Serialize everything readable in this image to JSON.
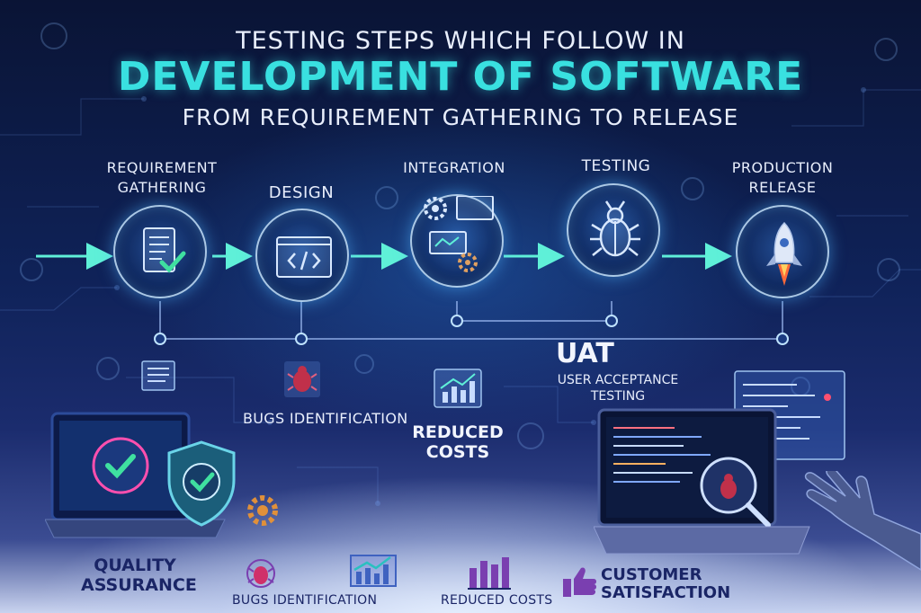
{
  "header": {
    "line1": "TESTING STEPS WHICH FOLLOW IN",
    "line2": "DEVELOPMENT OF SOFTWARE",
    "line3": "FROM REQUIREMENT GATHERING TO RELEASE"
  },
  "steps": [
    {
      "label_line1": "REQUIREMENT",
      "label_line2": "GATHERING",
      "icon": "document-check-icon"
    },
    {
      "label_line1": "DESIGN",
      "label_line2": "",
      "icon": "code-window-icon"
    },
    {
      "label_line1": "INTEGRATION",
      "label_line2": "",
      "icon": "gears-window-icon"
    },
    {
      "label_line1": "TESTING",
      "label_line2": "",
      "icon": "bug-icon"
    },
    {
      "label_line1": "PRODUCTION",
      "label_line2": "RELEASE",
      "icon": "rocket-icon"
    }
  ],
  "middle": {
    "bugs_label": "BUGS IDENTIFICATION",
    "reduced_line1": "REDUCED",
    "reduced_line2": "COSTS",
    "uat_title": "UAT",
    "uat_line1": "USER ACCEPTANCE",
    "uat_line2": "TESTING"
  },
  "bottom": {
    "qa_line1": "QUALITY",
    "qa_line2": "ASSURANCE",
    "bugs_label": "BUGS IDENTIFICATION",
    "reduced_label": "REDUCED COSTS",
    "cs_line1": "CUSTOMER",
    "cs_line2": "SATISFACTION"
  },
  "colors": {
    "accent_teal": "#39e0e0",
    "check_green": "#3fe0a0",
    "bug_red": "#c0304a",
    "bottom_text": "#1a2566",
    "icon_purple": "#7a3fb0"
  }
}
